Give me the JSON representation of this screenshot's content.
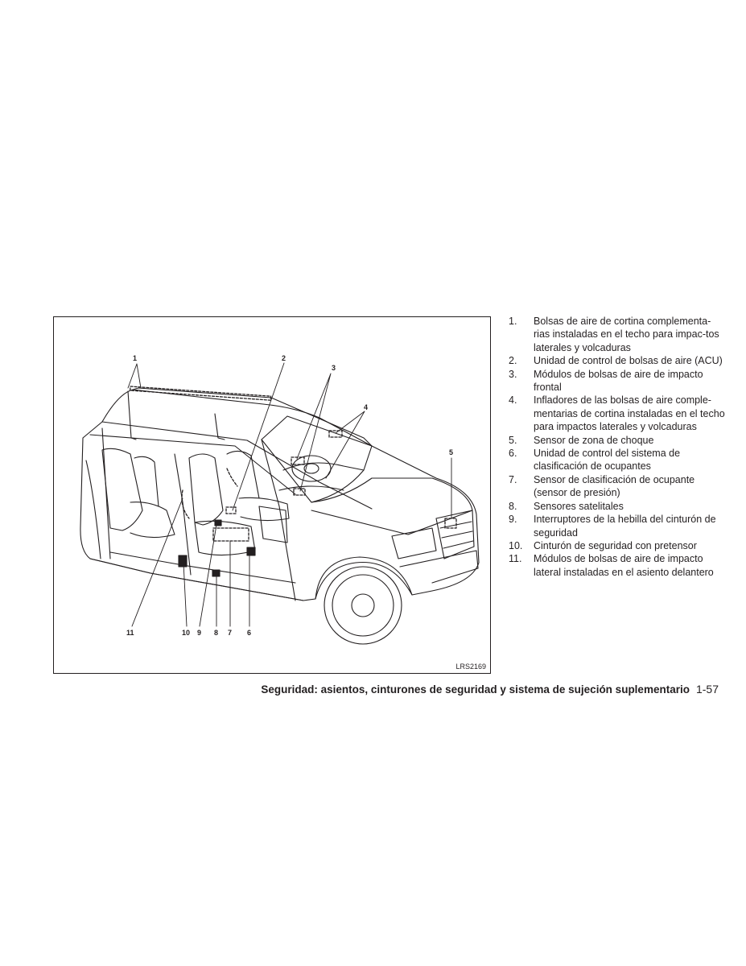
{
  "figure": {
    "code": "LRS2169",
    "callouts": {
      "c1": "1",
      "c2": "2",
      "c3": "3",
      "c4": "4",
      "c5": "5",
      "c6": "6",
      "c7": "7",
      "c8": "8",
      "c9": "9",
      "c10": "10",
      "c11": "11"
    }
  },
  "legend": [
    {
      "num": "1.",
      "text": "Bolsas de aire de cortina complementa-rias instaladas en el techo para impac-tos laterales y volcaduras"
    },
    {
      "num": "2.",
      "text": "Unidad de control de bolsas de aire (ACU)"
    },
    {
      "num": "3.",
      "text": "Módulos de bolsas de aire de impacto frontal"
    },
    {
      "num": "4.",
      "text": "Infladores de las bolsas de aire comple-mentarias de cortina instaladas en el techo para impactos laterales y volcaduras"
    },
    {
      "num": "5.",
      "text": "Sensor de zona de choque"
    },
    {
      "num": "6.",
      "text": "Unidad de control del sistema de clasificación de ocupantes"
    },
    {
      "num": "7.",
      "text": "Sensor de clasificación de ocupante (sensor de presión)"
    },
    {
      "num": "8.",
      "text": "Sensores satelitales"
    },
    {
      "num": "9.",
      "text": "Interruptores de la hebilla del cinturón de seguridad"
    },
    {
      "num": "10.",
      "text": "Cinturón de seguridad con pretensor"
    },
    {
      "num": "11.",
      "text": "Módulos de bolsas de aire de impacto lateral instaladas en el asiento delantero"
    }
  ],
  "footer": {
    "section_title": "Seguridad: asientos, cinturones de seguridad y sistema de sujeción suplementario",
    "page_number": "1-57"
  }
}
